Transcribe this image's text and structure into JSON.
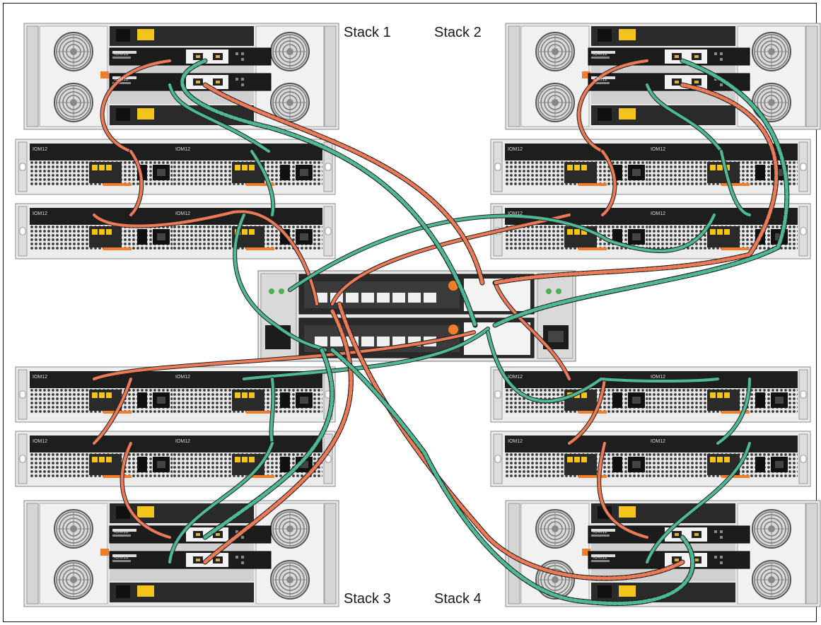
{
  "stack_labels": {
    "stack1": "Stack 1",
    "stack2": "Stack 2",
    "stack3": "Stack 3",
    "stack4": "Stack 4"
  },
  "module_label": "IOM12",
  "colors": {
    "cable_orange": "#ec7a57",
    "cable_green": "#4fb996",
    "cable_outline": "#1e1e1e",
    "chassis_light": "#e9e9e9",
    "chassis_mid": "#cfcfcf",
    "module_dark": "#1c1c1c",
    "warning_yellow": "#f3c51b",
    "latch_orange": "#ef7d2a"
  }
}
